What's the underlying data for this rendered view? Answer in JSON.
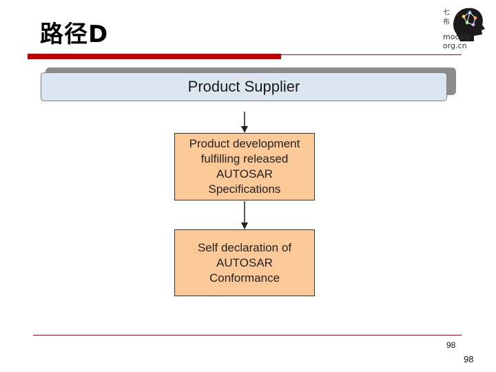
{
  "slide": {
    "title": "路径D",
    "logo_text": "mocale-org.cn",
    "accent_color": "#c00000",
    "page_number_inner": "98",
    "page_number_outer": "98"
  },
  "diagram": {
    "header_box": {
      "label": "Product Supplier",
      "color": "#dce6f0"
    },
    "steps": [
      {
        "label": "Product development fulfilling released AUTOSAR Specifications",
        "color": "#fbc898"
      },
      {
        "label": "Self declaration of AUTOSAR Conformance",
        "color": "#fbc898"
      }
    ],
    "connectors": [
      "header-to-step-1",
      "step-1-to-step-2"
    ]
  }
}
